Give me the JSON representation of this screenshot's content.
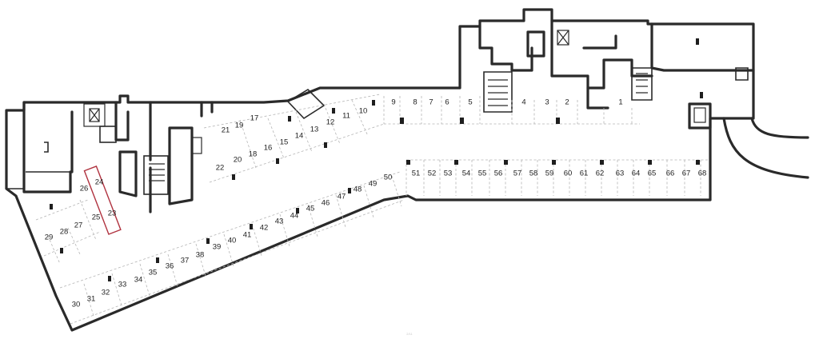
{
  "plan": {
    "highlighted_spot": "23",
    "highlight_color": "#b0323f",
    "wall_color": "#2a2a2a",
    "dash_color": "#b5b5b5",
    "page_marker": "2/11"
  },
  "spots": [
    {
      "id": "s1",
      "label": "1"
    },
    {
      "id": "s2",
      "label": "2"
    },
    {
      "id": "s3",
      "label": "3"
    },
    {
      "id": "s4",
      "label": "4"
    },
    {
      "id": "s5",
      "label": "5"
    },
    {
      "id": "s6",
      "label": "6"
    },
    {
      "id": "s7",
      "label": "7"
    },
    {
      "id": "s8",
      "label": "8"
    },
    {
      "id": "s9",
      "label": "9"
    },
    {
      "id": "s10",
      "label": "10"
    },
    {
      "id": "s11",
      "label": "11"
    },
    {
      "id": "s12",
      "label": "12"
    },
    {
      "id": "s13",
      "label": "13"
    },
    {
      "id": "s14",
      "label": "14"
    },
    {
      "id": "s15",
      "label": "15"
    },
    {
      "id": "s16",
      "label": "16"
    },
    {
      "id": "s17",
      "label": "17"
    },
    {
      "id": "s18",
      "label": "18"
    },
    {
      "id": "s19",
      "label": "19"
    },
    {
      "id": "s20",
      "label": "20"
    },
    {
      "id": "s21",
      "label": "21"
    },
    {
      "id": "s22",
      "label": "22"
    },
    {
      "id": "s23",
      "label": "23"
    },
    {
      "id": "s24",
      "label": "24"
    },
    {
      "id": "s25",
      "label": "25"
    },
    {
      "id": "s26",
      "label": "26"
    },
    {
      "id": "s27",
      "label": "27"
    },
    {
      "id": "s28",
      "label": "28"
    },
    {
      "id": "s29",
      "label": "29"
    },
    {
      "id": "s30",
      "label": "30"
    },
    {
      "id": "s31",
      "label": "31"
    },
    {
      "id": "s32",
      "label": "32"
    },
    {
      "id": "s33",
      "label": "33"
    },
    {
      "id": "s34",
      "label": "34"
    },
    {
      "id": "s35",
      "label": "35"
    },
    {
      "id": "s36",
      "label": "36"
    },
    {
      "id": "s37",
      "label": "37"
    },
    {
      "id": "s38",
      "label": "38"
    },
    {
      "id": "s39",
      "label": "39"
    },
    {
      "id": "s40",
      "label": "40"
    },
    {
      "id": "s41",
      "label": "41"
    },
    {
      "id": "s42",
      "label": "42"
    },
    {
      "id": "s43",
      "label": "43"
    },
    {
      "id": "s44",
      "label": "44"
    },
    {
      "id": "s45",
      "label": "45"
    },
    {
      "id": "s46",
      "label": "46"
    },
    {
      "id": "s47",
      "label": "47"
    },
    {
      "id": "s48",
      "label": "48"
    },
    {
      "id": "s49",
      "label": "49"
    },
    {
      "id": "s50",
      "label": "50"
    },
    {
      "id": "s51",
      "label": "51"
    },
    {
      "id": "s52",
      "label": "52"
    },
    {
      "id": "s53",
      "label": "53"
    },
    {
      "id": "s54",
      "label": "54"
    },
    {
      "id": "s55",
      "label": "55"
    },
    {
      "id": "s56",
      "label": "56"
    },
    {
      "id": "s57",
      "label": "57"
    },
    {
      "id": "s58",
      "label": "58"
    },
    {
      "id": "s59",
      "label": "59"
    },
    {
      "id": "s60",
      "label": "60"
    },
    {
      "id": "s61",
      "label": "61"
    },
    {
      "id": "s62",
      "label": "62"
    },
    {
      "id": "s63",
      "label": "63"
    },
    {
      "id": "s64",
      "label": "64"
    },
    {
      "id": "s65",
      "label": "65"
    },
    {
      "id": "s66",
      "label": "66"
    },
    {
      "id": "s67",
      "label": "67"
    },
    {
      "id": "s68",
      "label": "68"
    }
  ]
}
